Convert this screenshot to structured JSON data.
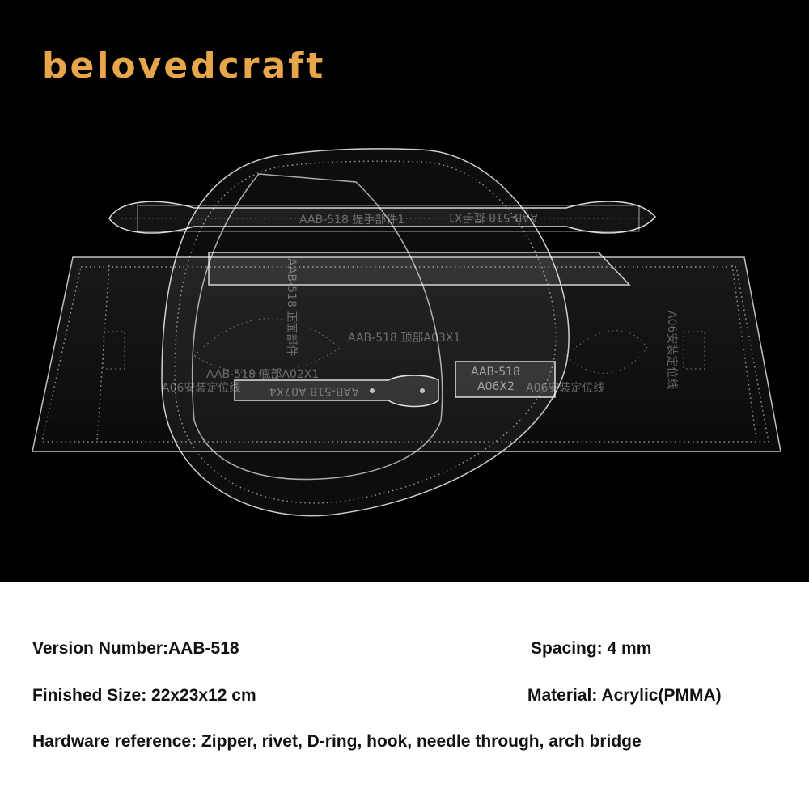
{
  "brand": {
    "logo_text": "belovedcraft"
  },
  "pieces": {
    "strap": "AAB-518 提手部件1",
    "strap_mirror": "AAB-518 提手X1",
    "side_top": "AAB-518 顶部A03X1",
    "side_bottom": "AAB-518 底部A02X1",
    "tab": "AAB-518 A07X4",
    "small": "AAB-518",
    "small_qty": "A06X2",
    "loc_left": "A06安装定位线",
    "loc_right": "A06安装定位线",
    "loc_vertical": "A06安装定位线",
    "panel_vertical": "AAB-518 正面部件"
  },
  "specs": {
    "version": "Version Number:AAB-518",
    "spacing": "Spacing: 4 mm",
    "size": "Finished Size: 22x23x12 cm",
    "material": "Material: Acrylic(PMMA)",
    "hardware": "Hardware reference: Zipper, rivet, D-ring, hook, needle through, arch bridge"
  }
}
